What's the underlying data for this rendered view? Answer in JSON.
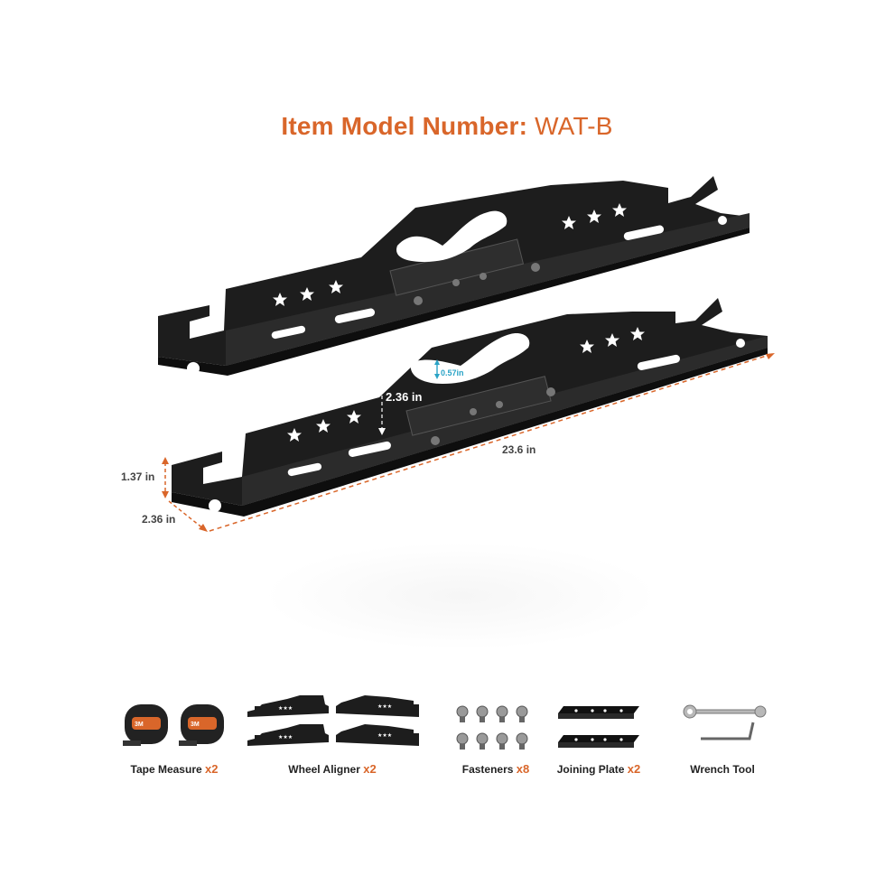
{
  "title": {
    "prefix": "Item Model Number:",
    "model": "WAT-B"
  },
  "dimensions": {
    "slot_height": "0.57in",
    "bracket_height": "2.36 in",
    "length": "23.6 in",
    "flange_height": "1.37 in",
    "flange_depth": "2.36 in"
  },
  "kit": [
    {
      "name": "Tape Measure",
      "qty": "x2",
      "icon": "tape-measure-icon",
      "brand": "3M"
    },
    {
      "name": "Wheel Aligner",
      "qty": "x2",
      "icon": "wheel-aligner-icon"
    },
    {
      "name": "Fasteners",
      "qty": "x8",
      "icon": "fasteners-icon"
    },
    {
      "name": "Joining Plate",
      "qty": "x2",
      "icon": "joining-plate-icon"
    },
    {
      "name": "Wrench Tool",
      "qty": "",
      "icon": "wrench-icon"
    }
  ],
  "colors": {
    "accent": "#d9662a",
    "metal": "#1b1b1b",
    "dimension": "#2aa3c6"
  }
}
